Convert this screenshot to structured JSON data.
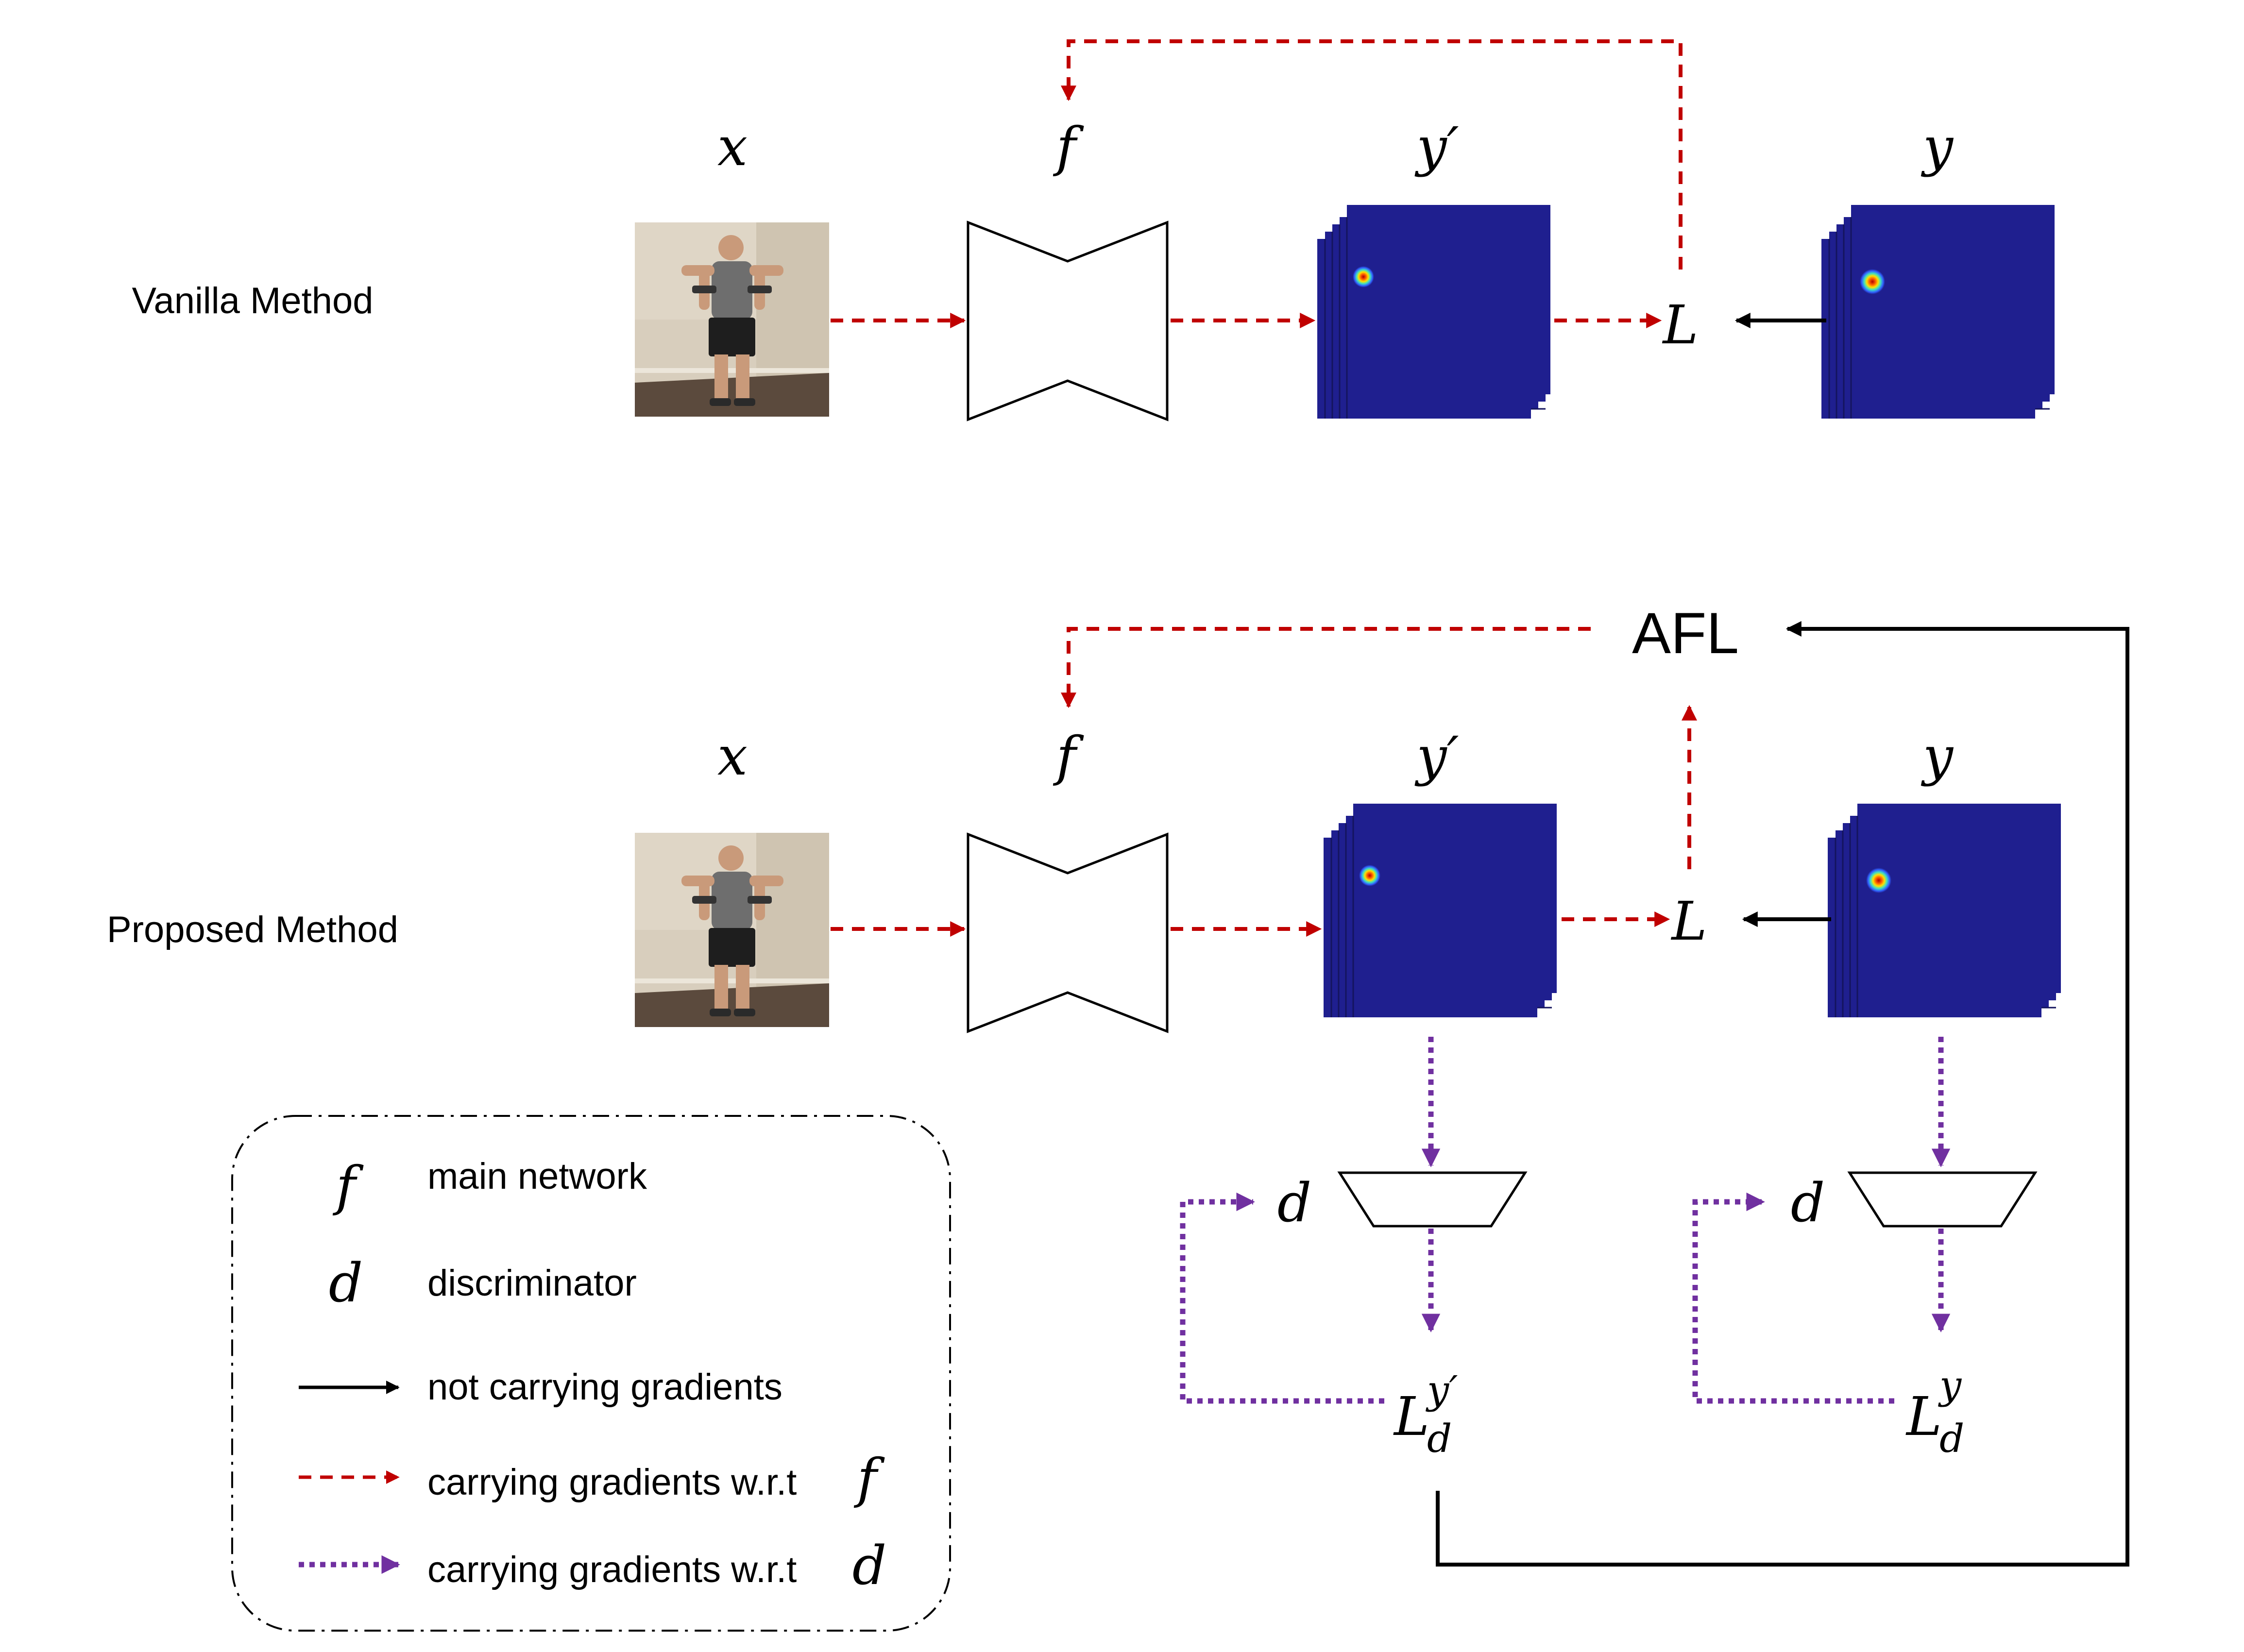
{
  "vanilla": {
    "label": "Vanilla Method",
    "x": "x",
    "f": "f",
    "y_pred": "y′",
    "y": "y",
    "loss": "L"
  },
  "proposed": {
    "label": "Proposed Method",
    "x": "x",
    "f": "f",
    "y_pred": "y′",
    "y": "y",
    "loss": "L",
    "afl": "AFL",
    "d_left": "d",
    "d_right": "d",
    "ld_left": {
      "base": "L",
      "sub": "d",
      "sup": "y′"
    },
    "ld_right": {
      "base": "L",
      "sub": "d",
      "sup": "y"
    }
  },
  "legend": {
    "items": [
      {
        "symbol": "f",
        "text": "main network"
      },
      {
        "symbol": "d",
        "text": "discriminator"
      },
      {
        "text": "not carrying gradients"
      },
      {
        "text": "carrying gradients w.r.t",
        "symbol": "f"
      },
      {
        "text": "carrying gradients w.r.t",
        "symbol": "d"
      }
    ]
  },
  "colors": {
    "red_dashed": "#c00000",
    "purple_dotted": "#7030a0",
    "black": "#000000",
    "heatmap": "#1f1f8f",
    "wall": "#d9cfbf",
    "floor": "#5a4a3e"
  },
  "icons": {
    "photo": "person-with-dumbbells-photo",
    "network": "hourglass-network-shape",
    "heatmap": "stacked-heatmap"
  }
}
